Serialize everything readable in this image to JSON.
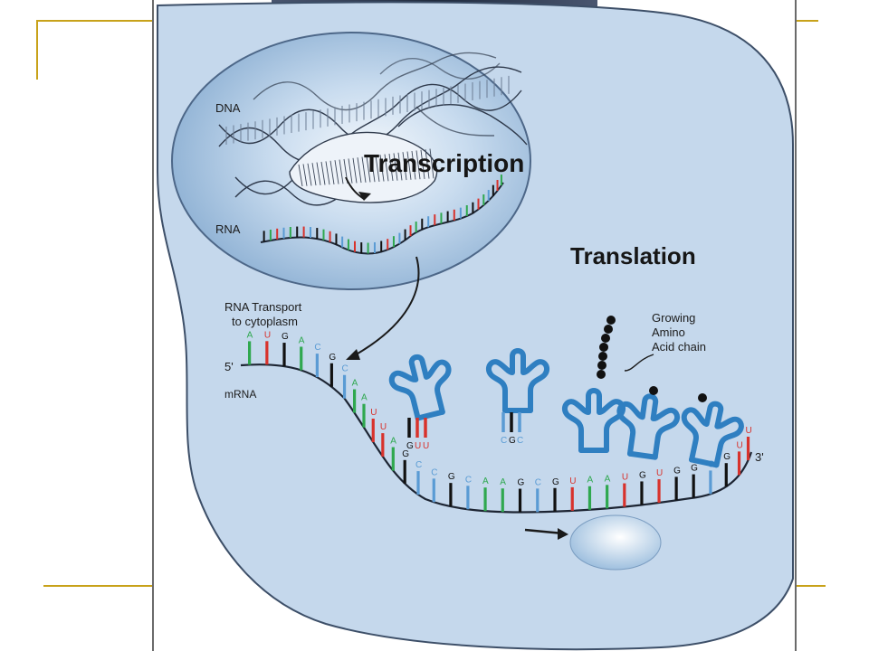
{
  "labels": {
    "dna": "DNA",
    "transcription": "Transcription",
    "rna": "RNA",
    "translation": "Translation",
    "rna_transport_line1": "RNA Transport",
    "rna_transport_line2": "to cytoplasm",
    "five_prime": "5'",
    "three_prime": "3'",
    "mrna": "mRNA",
    "growing_line1": "Growing",
    "growing_line2": "Amino",
    "growing_line3": "Acid chain"
  },
  "codon_letters": [
    "A",
    "U",
    "G",
    "A",
    "C",
    "G",
    "C",
    "A",
    "A",
    "U",
    "U",
    "A",
    "G",
    "C",
    "C",
    "G",
    "C",
    "A",
    "A",
    "G",
    "C",
    "G",
    "U",
    "A",
    "A",
    "U",
    "G",
    "U",
    "G",
    "G",
    "C",
    "G",
    "U",
    "U"
  ],
  "trna_anticodons": [
    [
      "G",
      "U",
      "U"
    ],
    [
      "C",
      "G",
      "C"
    ]
  ],
  "colors": {
    "cell_fill": "#c5d8ec",
    "cell_stroke": "#3d4f68",
    "nucleus_fill": "#9cbcdc",
    "trna": "#2f7fc1",
    "base_a": "#2fa84f",
    "base_u": "#d8322c",
    "base_g": "#111111",
    "base_c": "#5a9bd4",
    "accent_line": "#c8a21a"
  }
}
